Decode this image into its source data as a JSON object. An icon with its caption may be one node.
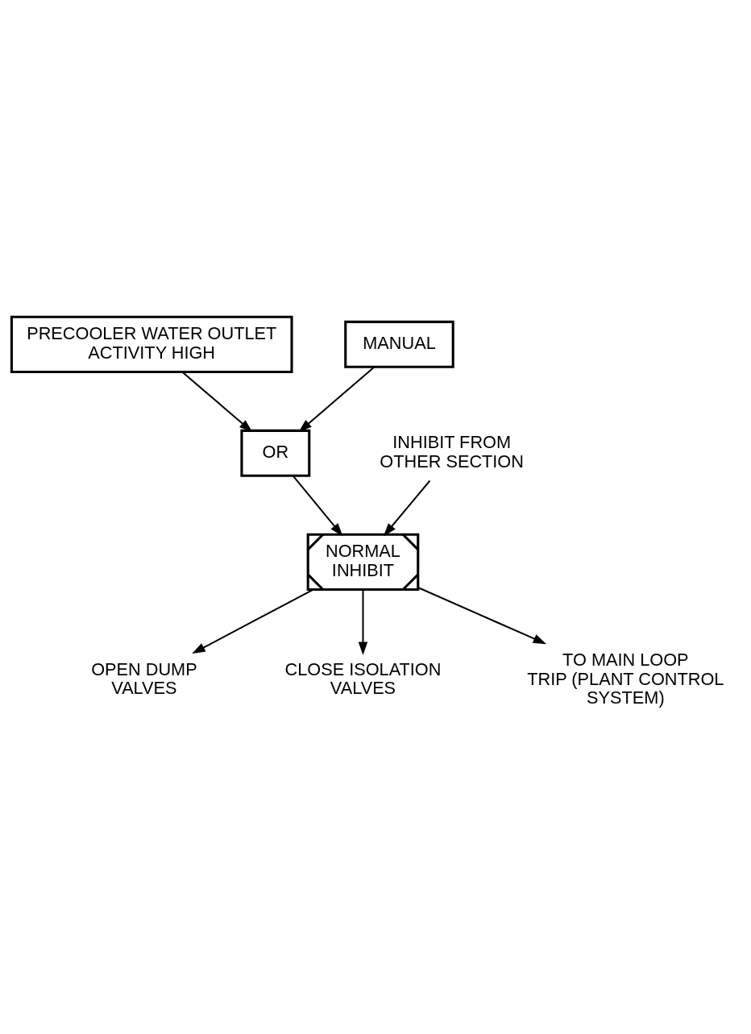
{
  "diagram": {
    "nodes": [
      {
        "text": [
          "PRECOOLER WATER OUTLET ACTIVITY HIGH"
        ]
      },
      {
        "text": [
          "MANUAL"
        ]
      },
      {
        "text": [
          "OR"
        ]
      },
      {
        "text": [
          "NORMAL",
          "INHIBIT"
        ]
      },
      {
        "text": [
          "INHIBIT FROM OTHER SECTION"
        ]
      },
      {
        "text": [
          "OPEN DUMP VALVES"
        ]
      },
      {
        "text": [
          "CLOSE ISOLATION VALVES"
        ]
      },
      {
        "text": [
          "TO MAIN LOOP TRIP (PLANT CONTROL SYSTEM)"
        ]
      }
    ],
    "edges": [
      {
        "from": 0,
        "to": 2,
        "arrow": "to"
      },
      {
        "from": 1,
        "to": 2,
        "arrow": "to"
      },
      {
        "from": 2,
        "to": 3,
        "arrow": "to"
      },
      {
        "from": 4,
        "to": 3,
        "arrow": "to"
      },
      {
        "from": 3,
        "to": 5,
        "arrow": "to"
      },
      {
        "from": 3,
        "to": 6,
        "arrow": "to"
      },
      {
        "from": 3,
        "to": 7,
        "arrow": "to"
      }
    ]
  }
}
